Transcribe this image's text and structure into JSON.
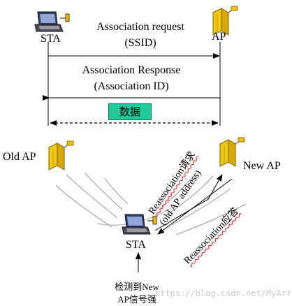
{
  "top": {
    "sta_label": "STA",
    "ap_label": "AP",
    "assoc_request_line1": "Association request",
    "assoc_request_line2": "(SSID)",
    "assoc_response_line1": "Association Response",
    "assoc_response_line2": "(Association ID)",
    "data_label": "数据"
  },
  "bottom": {
    "old_ap_label": "Old AP",
    "new_ap_label": "New AP",
    "reassoc_request_line1": "Reassociation请求",
    "reassoc_request_line2": "(old AP address)",
    "reassoc_response": "Reassociation应答",
    "sta_label": "STA",
    "detect_line1": "检测到New",
    "detect_line2": "AP信号强"
  },
  "watermark": "https://blog.csdn.net/MyArrow",
  "icons": [
    "laptop-icon",
    "access-point-icon"
  ],
  "colors": {
    "ap_yellow": "#f2c200",
    "data_box": "#1fc99a",
    "wavy_underline": "#d11"
  }
}
